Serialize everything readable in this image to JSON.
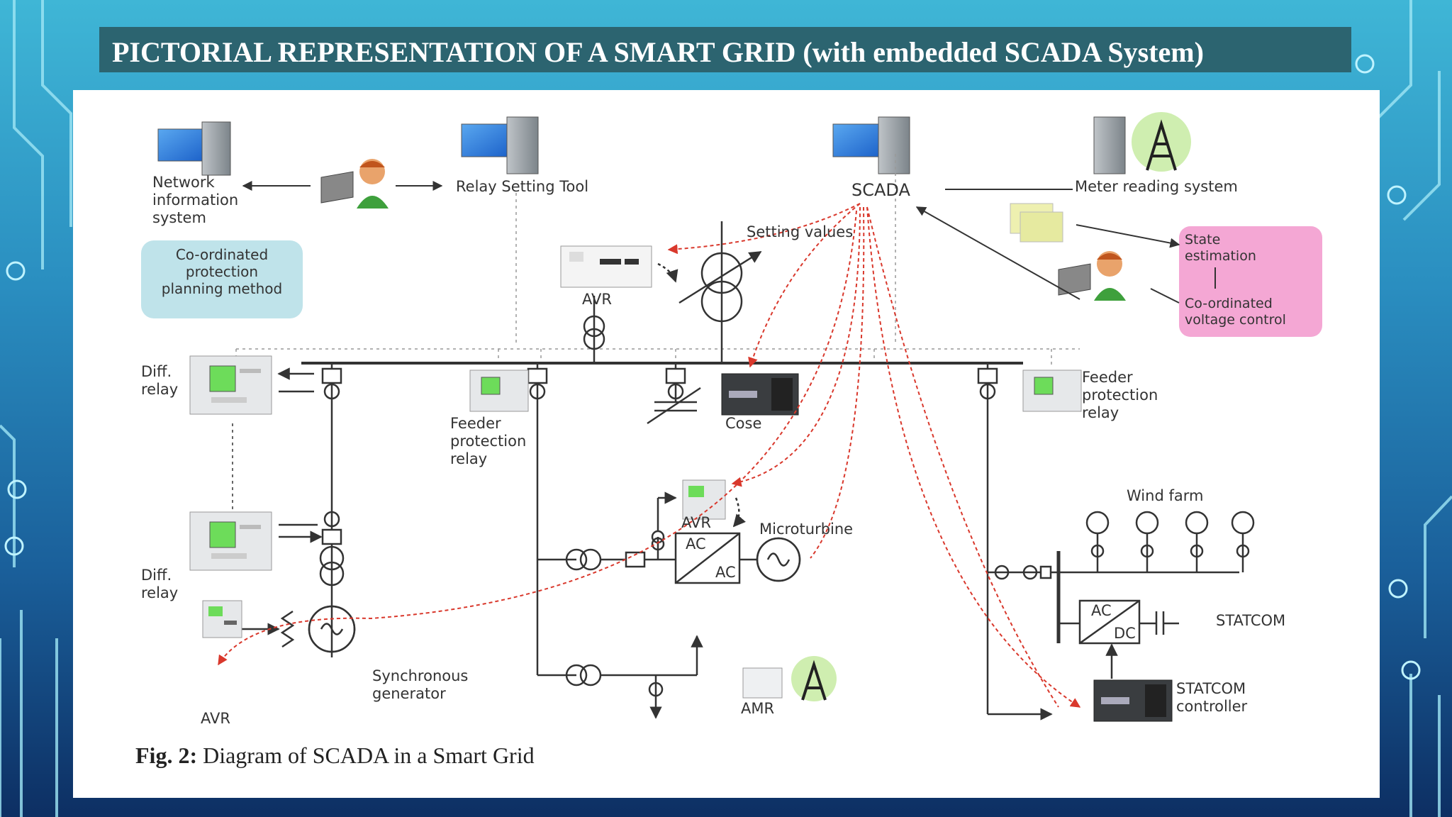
{
  "title": "PICTORIAL REPRESENTATION OF A SMART GRID (with embedded SCADA System)",
  "caption": {
    "bold": "Fig. 2:",
    "text": " Diagram of SCADA in a Smart Grid"
  },
  "labels": {
    "network_info": "Network\ninformation\nsystem",
    "relay_setting_tool": "Relay Setting Tool",
    "scada": "SCADA",
    "meter_reading_system": "Meter reading system",
    "setting_values": "Setting values",
    "coordinated_protection": "Co-ordinated\nprotection\nplanning method",
    "state_estimation": "State\nestimation",
    "coordinated_voltage": "Co-ordinated\nvoltage control",
    "avr_top": "AVR",
    "diff_relay_1": "Diff.\nrelay",
    "diff_relay_2": "Diff.\nrelay",
    "feeder_relay_1": "Feeder\nprotection\nrelay",
    "feeder_relay_2": "Feeder\nprotection\nrelay",
    "cose": "Cose",
    "avr_mid": "AVR",
    "microturbine": "Microturbine",
    "ac_top": "AC",
    "ac_bottom": "AC",
    "wind_farm": "Wind farm",
    "statcom": "STATCOM",
    "ac_dc_top": "AC",
    "ac_dc_bottom": "DC",
    "statcom_controller": "STATCOM\ncontroller",
    "synchronous_generator": "Synchronous\ngenerator",
    "avr_bottom": "AVR",
    "amr": "AMR"
  },
  "colors": {
    "link_red": "#d9382c",
    "line_dark": "#333333",
    "panel_blue": "#bfe3ea",
    "panel_pink": "#f4a7d4",
    "title_bar": "#2c6470"
  }
}
